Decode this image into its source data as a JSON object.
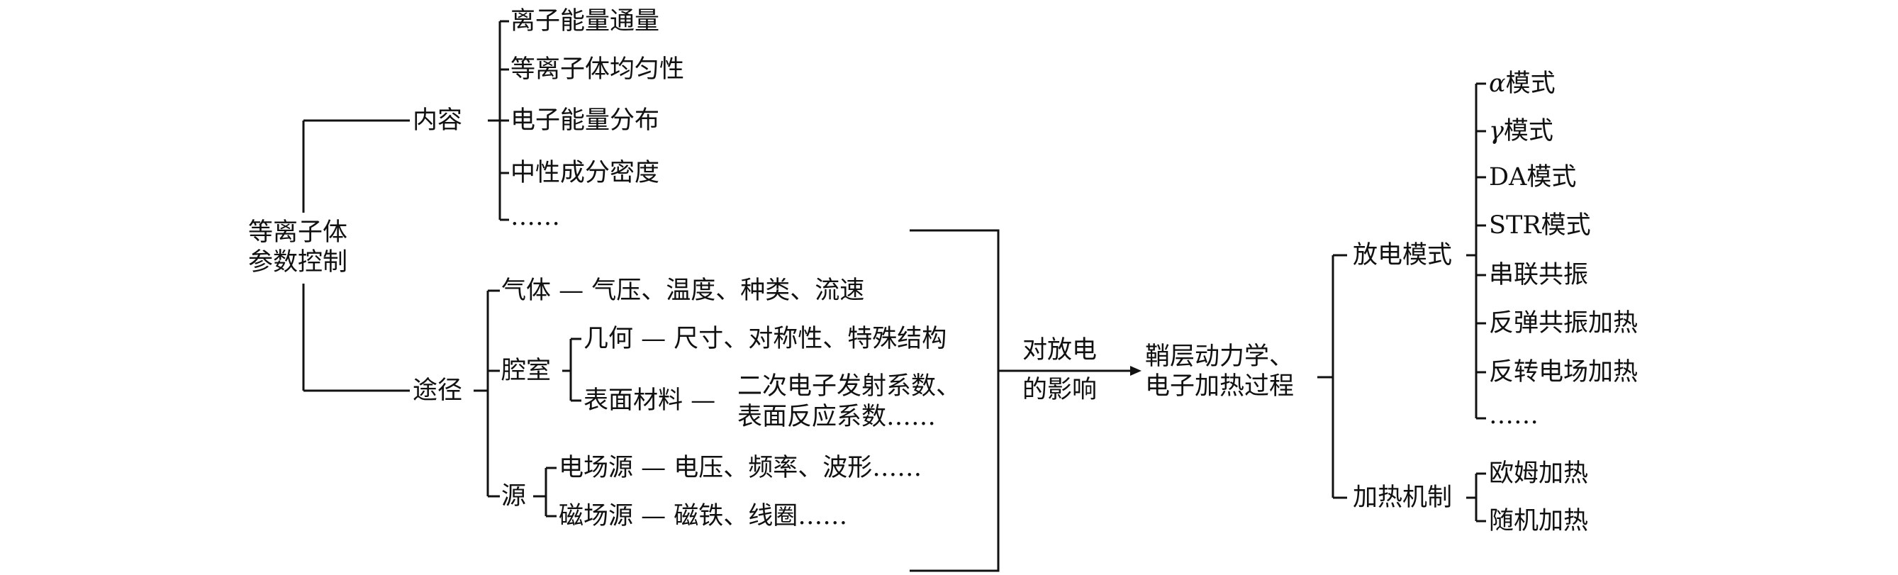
{
  "colors": {
    "line": "#111111",
    "text": "#111111",
    "background": "#ffffff"
  },
  "root": {
    "line1": "等离子体",
    "line2": "参数控制"
  },
  "content": {
    "label": "内容",
    "items": [
      "离子能量通量",
      "等离子体均匀性",
      "电子能量分布",
      "中性成分密度",
      "……"
    ]
  },
  "approach": {
    "label": "途径",
    "gas": "气体 — 气压、温度、种类、流速",
    "chamber": {
      "label": "腔室",
      "geometry": "几何 — 尺寸、对称性、特殊结构",
      "surface": "表面材料 —",
      "surface_1": "二次电子发射系数、",
      "surface_2": "表面反应系数……"
    },
    "source": {
      "label": "源",
      "electric": "电场源 — 电压、频率、波形……",
      "magnetic": "磁场源 — 磁铁、线圈……"
    }
  },
  "arrow": {
    "line1": "对放电",
    "line2": "的影响"
  },
  "target": {
    "line1": "鞘层动力学、",
    "line2": "电子加热过程"
  },
  "modes": {
    "label": "放电模式",
    "alpha_symbol": "α",
    "gamma_symbol": "γ",
    "mode_suffix": "模式",
    "items": [
      "DA模式",
      "STR模式",
      "串联共振",
      "反弹共振加热",
      "反转电场加热",
      "……"
    ]
  },
  "heating": {
    "label": "加热机制",
    "items": [
      "欧姆加热",
      "随机加热"
    ]
  }
}
